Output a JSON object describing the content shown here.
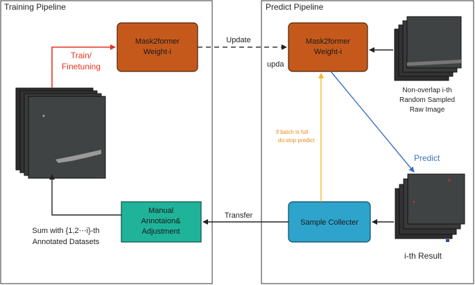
{
  "panels": {
    "training": {
      "title": "Training Pipeline"
    },
    "predict": {
      "title": "Predict Pipeline"
    }
  },
  "boxes": {
    "train_model": {
      "line1": "Mask2former",
      "line2": "Weight-i",
      "color": "#c5591c"
    },
    "predict_model": {
      "line1": "Mask2former",
      "line2": "Weight-i",
      "color": "#c5591c"
    },
    "manual": {
      "line1": "Manual",
      "line2": "Annotaion&",
      "line3": "Adjustment",
      "color": "#1fb39a"
    },
    "collector": {
      "label": "Sample Collecter",
      "color": "#2ea3cc"
    }
  },
  "labels": {
    "train": {
      "line1": "Train/",
      "line2": "Finetuning",
      "color": "#e8321e"
    },
    "update": "Update",
    "upda": "upda",
    "raw": {
      "line1": "Non-overlap i-th",
      "line2": "Random Sampled",
      "line3": "Raw Image"
    },
    "predict": {
      "text": "Predict",
      "color": "#3c6fc6"
    },
    "batch": {
      "line1": "if batch is full",
      "line2": "do:stop predict",
      "color": "#f0a020"
    },
    "result": "i-th Result",
    "transfer": "Transfer",
    "sum": {
      "line1": "Sum with {1,2⋯i}-th",
      "line2": "Annotated Datasets"
    }
  }
}
